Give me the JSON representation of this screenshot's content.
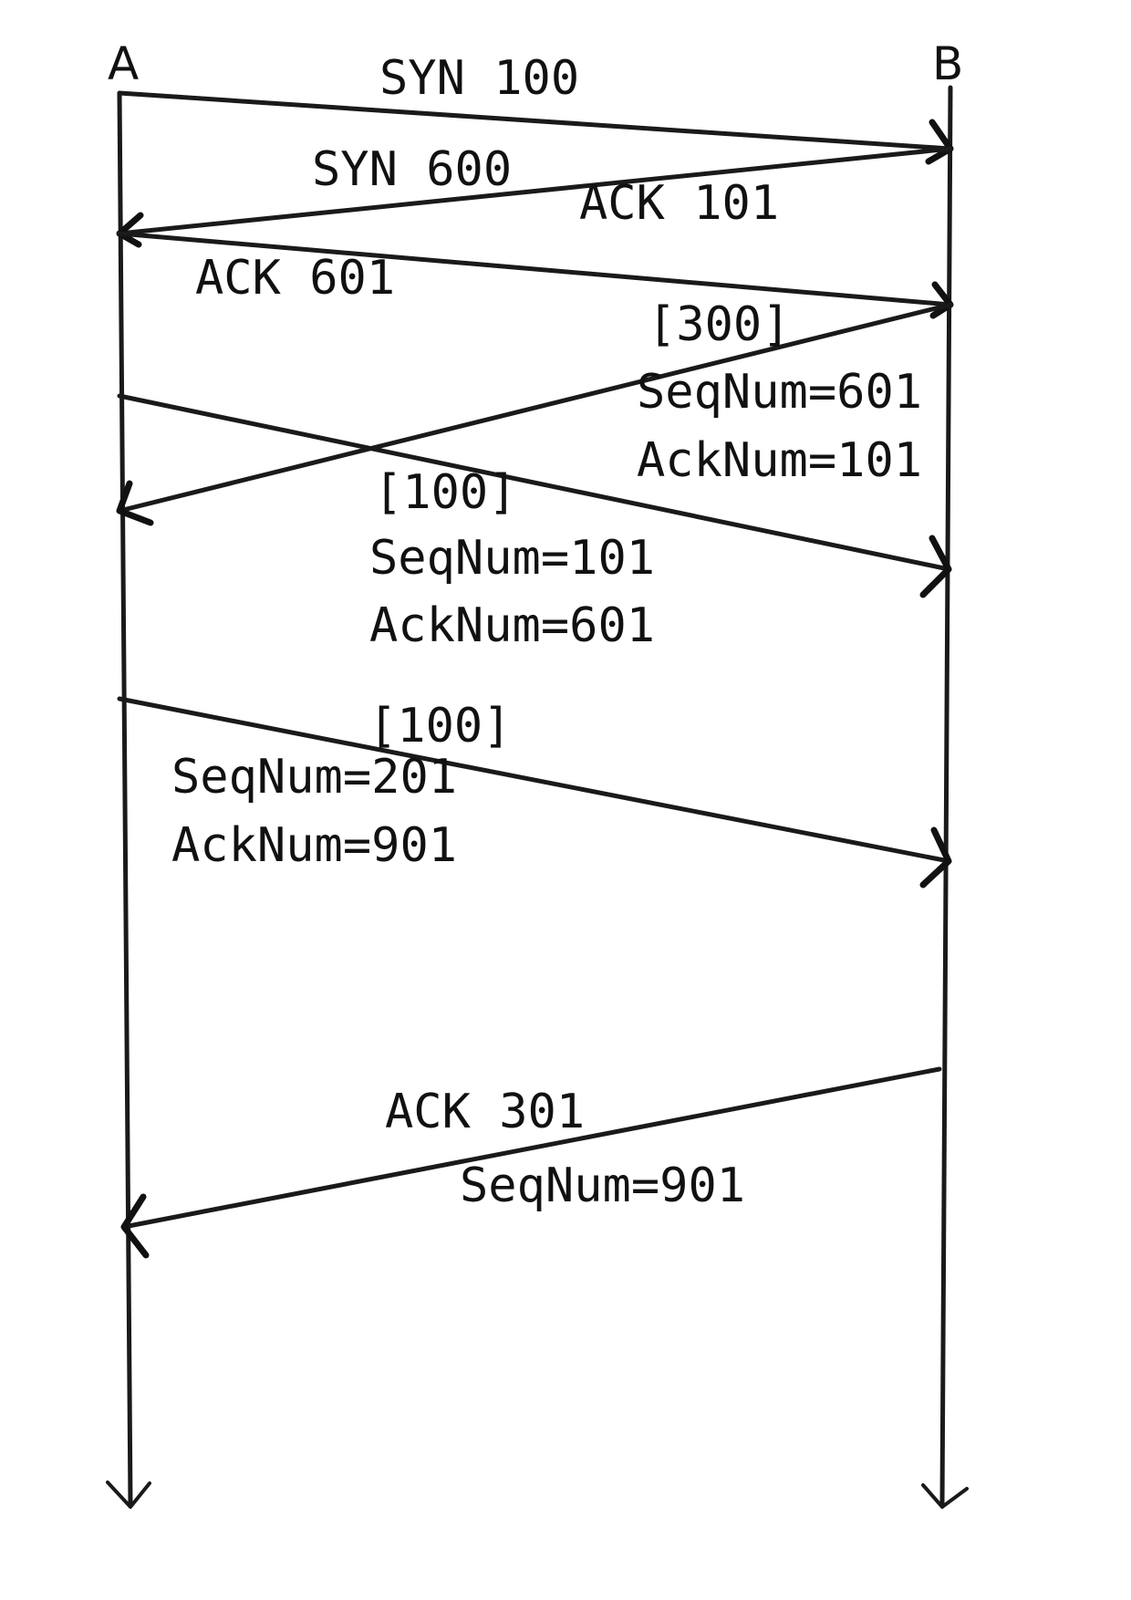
{
  "hosts": {
    "a": "A",
    "b": "B"
  },
  "messages": {
    "syn_a": "SYN 100",
    "syn_b": "SYN 600",
    "ack_b": "ACK 101",
    "ack_a": "ACK 601",
    "seg_b1": {
      "size": "[300]",
      "seq": "SeqNum=601",
      "ack": "AckNum=101"
    },
    "seg_a1": {
      "size": "[100]",
      "seq": "SeqNum=101",
      "ack": "AckNum=601"
    },
    "seg_a2": {
      "size": "[100]",
      "seq": "SeqNum=201",
      "ack": "AckNum=901"
    },
    "ack_b2": {
      "ack": "ACK 301",
      "seq": "SeqNum=901"
    }
  }
}
